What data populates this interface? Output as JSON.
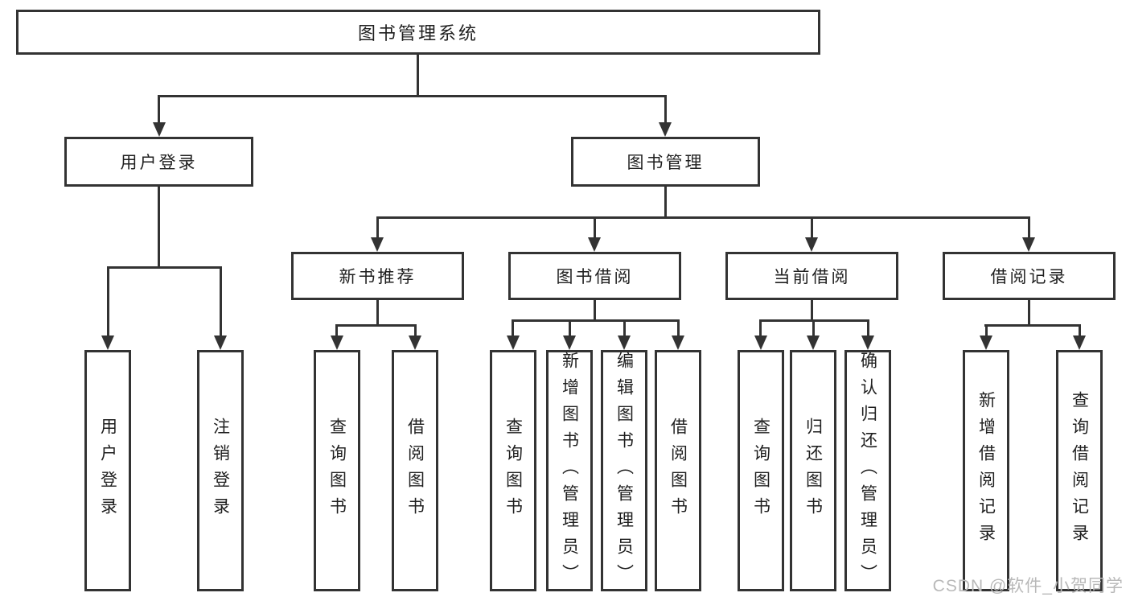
{
  "diagram": {
    "root": {
      "label": "图书管理系统"
    },
    "level2": [
      {
        "label": "用户登录"
      },
      {
        "label": "图书管理"
      }
    ],
    "level3": [
      {
        "label": "新书推荐"
      },
      {
        "label": "图书借阅"
      },
      {
        "label": "当前借阅"
      },
      {
        "label": "借阅记录"
      }
    ],
    "leaves": [
      {
        "label": "用户登录"
      },
      {
        "label": "注销登录"
      },
      {
        "label": "查询图书"
      },
      {
        "label": "借阅图书"
      },
      {
        "label": "查询图书"
      },
      {
        "label": "新增图书（管理员）"
      },
      {
        "label": "编辑图书（管理员）"
      },
      {
        "label": "借阅图书"
      },
      {
        "label": "查询图书"
      },
      {
        "label": "归还图书"
      },
      {
        "label": "确认归还（管理员）"
      },
      {
        "label": "新增借阅记录"
      },
      {
        "label": "查询借阅记录"
      }
    ]
  },
  "watermark": {
    "text": "CSDN @软件_小贺同学"
  },
  "colors": {
    "line": "#333333",
    "text": "#1f1f1f",
    "watermark": "#b9b9b9",
    "background": "#ffffff"
  }
}
